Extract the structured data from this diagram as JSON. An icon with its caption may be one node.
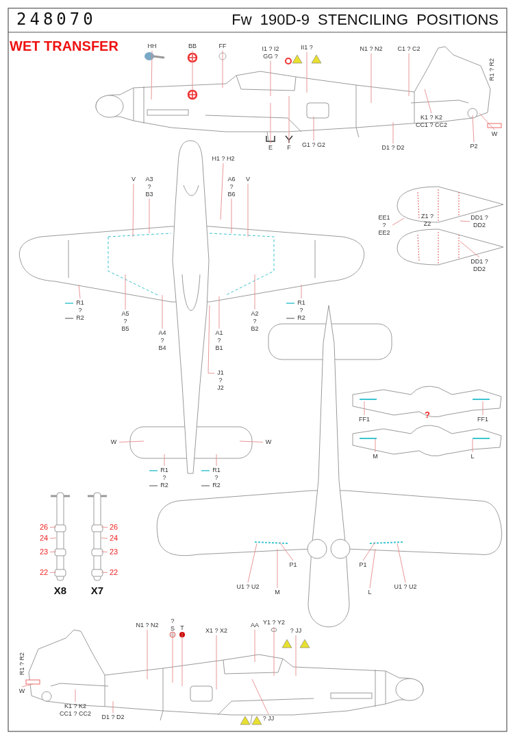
{
  "diagram": {
    "title": "Fw 190D-9 STENCILING POSITIONS",
    "nodes": [
      {
        "text": [
          "HH"
        ]
      },
      {
        "text": [
          "BB"
        ]
      },
      {
        "text": [
          "FF"
        ]
      },
      {
        "text": [
          "I1 ? I2",
          "GG ?"
        ]
      },
      {
        "text": [
          "II1 ?"
        ]
      },
      {
        "text": [
          "N1 ? N2"
        ]
      },
      {
        "text": [
          "C1 ? C2"
        ]
      },
      {
        "text": [
          "R1 ? R2"
        ]
      },
      {
        "text": [
          "W"
        ]
      },
      {
        "text": [
          "E"
        ]
      },
      {
        "text": [
          "F"
        ]
      },
      {
        "text": [
          "G1 ? G2"
        ]
      },
      {
        "text": [
          "K1 ? K2",
          "CC1 ? CC2"
        ]
      },
      {
        "text": [
          "D1 ? D2"
        ]
      },
      {
        "text": [
          "P2"
        ]
      },
      {
        "text": [
          "H1 ? H2"
        ]
      },
      {
        "text": [
          "V"
        ]
      },
      {
        "text": [
          "A3 ? B3"
        ]
      },
      {
        "text": [
          "A6 ? B6"
        ]
      },
      {
        "text": [
          "V"
        ]
      },
      {
        "text": [
          "R1 ? R2"
        ]
      },
      {
        "text": [
          "A5 ? B5"
        ]
      },
      {
        "text": [
          "A4 ? B4"
        ]
      },
      {
        "text": [
          "A1 ? B1"
        ]
      },
      {
        "text": [
          "A2 ? B2"
        ]
      },
      {
        "text": [
          "R1 ? R2"
        ]
      },
      {
        "text": [
          "J1 ? J2"
        ]
      },
      {
        "text": [
          "W"
        ]
      },
      {
        "text": [
          "W"
        ]
      },
      {
        "text": [
          "R1 ? R2"
        ]
      },
      {
        "text": [
          "R1 ? R2"
        ]
      },
      {
        "text": [
          "EE1 ? EE2"
        ]
      },
      {
        "text": [
          "Z1 ? Z2"
        ]
      },
      {
        "text": [
          "DD1 ? DD2"
        ]
      },
      {
        "text": [
          "DD1 ? DD2"
        ]
      },
      {
        "text": [
          "FF1"
        ]
      },
      {
        "text": [
          "?"
        ]
      },
      {
        "text": [
          "FF1"
        ]
      },
      {
        "text": [
          "M"
        ]
      },
      {
        "text": [
          "L"
        ]
      },
      {
        "text": [
          "26"
        ]
      },
      {
        "text": [
          "24"
        ]
      },
      {
        "text": [
          "23"
        ]
      },
      {
        "text": [
          "22"
        ]
      },
      {
        "text": [
          "26"
        ]
      },
      {
        "text": [
          "24"
        ]
      },
      {
        "text": [
          "23"
        ]
      },
      {
        "text": [
          "22"
        ]
      },
      {
        "text": [
          "X8"
        ]
      },
      {
        "text": [
          "X7"
        ]
      },
      {
        "text": [
          "U1 ? U2"
        ]
      },
      {
        "text": [
          "P1"
        ]
      },
      {
        "text": [
          "M"
        ]
      },
      {
        "text": [
          "P1"
        ]
      },
      {
        "text": [
          "L"
        ]
      },
      {
        "text": [
          "U1 ? U2"
        ]
      },
      {
        "text": [
          "R1 ? R2"
        ]
      },
      {
        "text": [
          "W"
        ]
      },
      {
        "text": [
          "K1 ? K2",
          "CC1 ? CC2"
        ]
      },
      {
        "text": [
          "D1 ? D2"
        ]
      },
      {
        "text": [
          "N1 ? N2"
        ]
      },
      {
        "text": [
          "? S"
        ]
      },
      {
        "text": [
          "T"
        ]
      },
      {
        "text": [
          "X1 ? X2"
        ]
      },
      {
        "text": [
          "AA"
        ]
      },
      {
        "text": [
          "Y1 ? Y2"
        ]
      },
      {
        "text": [
          "? JJ"
        ]
      },
      {
        "text": [
          "? JJ"
        ]
      }
    ],
    "edges": [
      {
        "from": 0,
        "to": null,
        "arrow": "none"
      },
      {
        "from": 1,
        "to": null,
        "arrow": "none"
      },
      {
        "from": 2,
        "to": null,
        "arrow": "none"
      },
      {
        "from": 3,
        "to": null,
        "arrow": "none"
      },
      {
        "from": 4,
        "to": null,
        "arrow": "none"
      },
      {
        "from": 5,
        "to": null,
        "arrow": "none"
      },
      {
        "from": 6,
        "to": null,
        "arrow": "none"
      },
      {
        "from": 8,
        "to": null,
        "arrow": "none"
      },
      {
        "from": 9,
        "to": null,
        "arrow": "none"
      },
      {
        "from": 10,
        "to": null,
        "arrow": "none"
      },
      {
        "from": 11,
        "to": null,
        "arrow": "none"
      },
      {
        "from": 12,
        "to": null,
        "arrow": "none"
      },
      {
        "from": 13,
        "to": null,
        "arrow": "none"
      },
      {
        "from": 14,
        "to": null,
        "arrow": "none"
      },
      {
        "from": 15,
        "to": null,
        "arrow": "none"
      },
      {
        "from": 16,
        "to": null,
        "arrow": "none"
      },
      {
        "from": 17,
        "to": null,
        "arrow": "none"
      },
      {
        "from": 18,
        "to": null,
        "arrow": "none"
      },
      {
        "from": 19,
        "to": null,
        "arrow": "none"
      },
      {
        "from": 20,
        "to": null,
        "arrow": "none"
      },
      {
        "from": 21,
        "to": null,
        "arrow": "none"
      },
      {
        "from": 22,
        "to": null,
        "arrow": "none"
      },
      {
        "from": 23,
        "to": null,
        "arrow": "none"
      },
      {
        "from": 24,
        "to": null,
        "arrow": "none"
      },
      {
        "from": 25,
        "to": null,
        "arrow": "none"
      },
      {
        "from": 26,
        "to": null,
        "arrow": "none"
      },
      {
        "from": 27,
        "to": null,
        "arrow": "none"
      },
      {
        "from": 28,
        "to": null,
        "arrow": "none"
      },
      {
        "from": 29,
        "to": null,
        "arrow": "none"
      },
      {
        "from": 30,
        "to": null,
        "arrow": "none"
      },
      {
        "from": 31,
        "to": null,
        "arrow": "none"
      },
      {
        "from": 33,
        "to": null,
        "arrow": "none"
      },
      {
        "from": 34,
        "to": null,
        "arrow": "none"
      },
      {
        "from": 35,
        "to": null,
        "arrow": "none"
      },
      {
        "from": 37,
        "to": null,
        "arrow": "none"
      },
      {
        "from": 38,
        "to": null,
        "arrow": "none"
      },
      {
        "from": 39,
        "to": null,
        "arrow": "none"
      },
      {
        "from": 40,
        "to": null,
        "arrow": "none"
      },
      {
        "from": 41,
        "to": null,
        "arrow": "none"
      },
      {
        "from": 42,
        "to": null,
        "arrow": "none"
      },
      {
        "from": 43,
        "to": null,
        "arrow": "none"
      },
      {
        "from": 44,
        "to": null,
        "arrow": "none"
      },
      {
        "from": 45,
        "to": null,
        "arrow": "none"
      },
      {
        "from": 46,
        "to": null,
        "arrow": "none"
      },
      {
        "from": 47,
        "to": null,
        "arrow": "none"
      },
      {
        "from": 50,
        "to": null,
        "arrow": "none"
      },
      {
        "from": 51,
        "to": null,
        "arrow": "none"
      },
      {
        "from": 52,
        "to": null,
        "arrow": "none"
      },
      {
        "from": 53,
        "to": null,
        "arrow": "none"
      },
      {
        "from": 54,
        "to": null,
        "arrow": "none"
      },
      {
        "from": 55,
        "to": null,
        "arrow": "none"
      },
      {
        "from": 57,
        "to": null,
        "arrow": "none"
      },
      {
        "from": 58,
        "to": null,
        "arrow": "none"
      },
      {
        "from": 59,
        "to": null,
        "arrow": "none"
      },
      {
        "from": 60,
        "to": null,
        "arrow": "none"
      },
      {
        "from": 61,
        "to": null,
        "arrow": "none"
      },
      {
        "from": 62,
        "to": null,
        "arrow": "none"
      },
      {
        "from": 63,
        "to": null,
        "arrow": "none"
      },
      {
        "from": 64,
        "to": null,
        "arrow": "none"
      },
      {
        "from": 65,
        "to": null,
        "arrow": "none"
      },
      {
        "from": 66,
        "to": null,
        "arrow": "none"
      },
      {
        "from": 67,
        "to": null,
        "arrow": "none"
      }
    ],
    "labels": [
      "248070",
      "WET TRANSFER"
    ]
  }
}
